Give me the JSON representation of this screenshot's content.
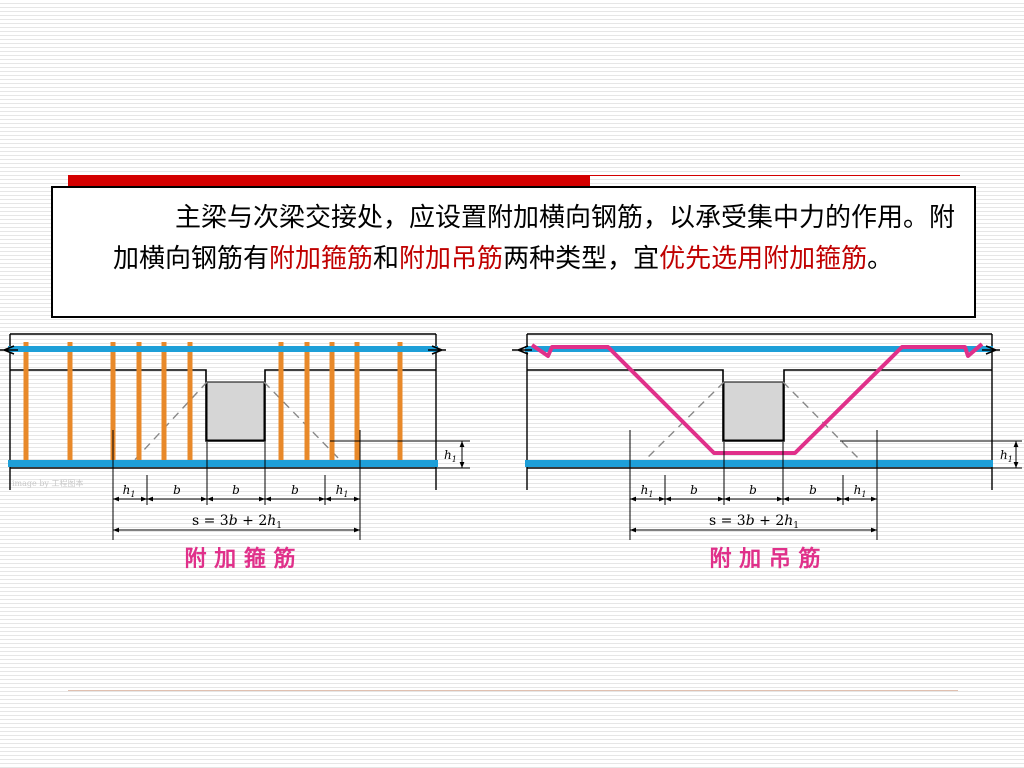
{
  "paragraph": {
    "part1": "主梁与次梁交接处，应设置附加横向钢筋，以承受集中力的作用。附加横向钢筋有",
    "hl1": "附加箍筋",
    "part2": "和",
    "hl2": "附加吊筋",
    "part3": "两种类型，宜",
    "hl3": "优先选用附加箍筋",
    "part4": "。"
  },
  "diagram_left": {
    "caption": "附 加 箍 筋",
    "formula_s": "s = 3",
    "formula_b": "b",
    "formula_plus": " + 2",
    "formula_h": "h",
    "formula_sub": "1",
    "dim_h1_label": "h",
    "dim_h1_sub": "1",
    "dim_b_label": "b",
    "watermark": "image by 工程图本"
  },
  "diagram_right": {
    "caption": "附 加 吊 筋",
    "formula_s": "s = 3",
    "formula_b": "b",
    "formula_plus": " + 2",
    "formula_h": "h",
    "formula_sub": "1",
    "dim_h1_label": "h",
    "dim_h1_sub": "1",
    "dim_b_label": "b"
  },
  "colors": {
    "rebar_blue": "#1e9fd8",
    "stirrup_orange": "#e8892a",
    "hanger_magenta": "#e0308a",
    "beam_section_gray": "#d6d6d6",
    "highlight_red": "#c00000",
    "caption_magenta": "#e0308a"
  }
}
